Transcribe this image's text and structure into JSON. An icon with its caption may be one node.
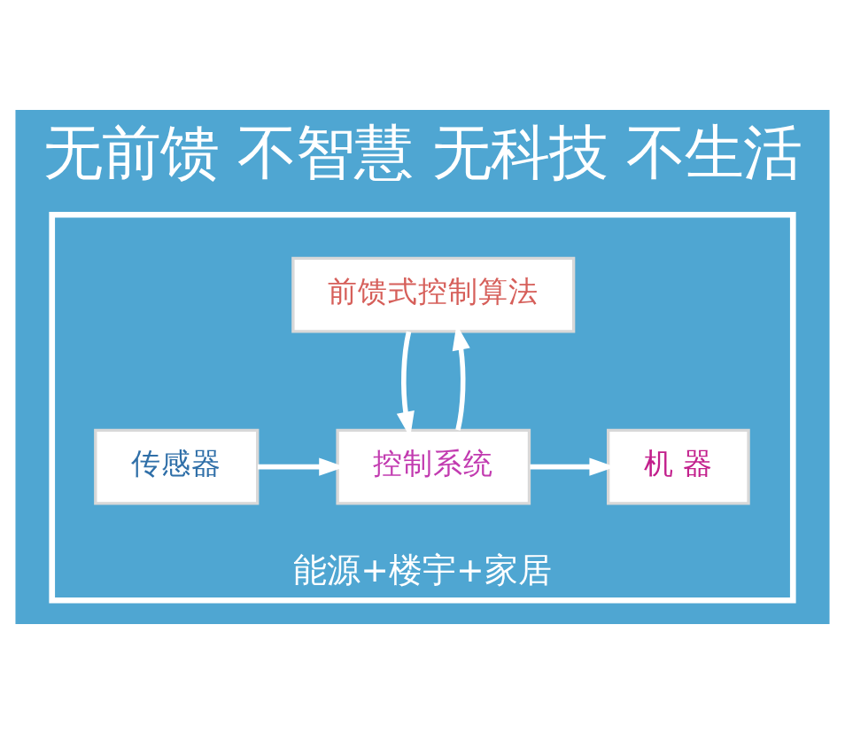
{
  "diagram": {
    "title": "无前馈 不智慧 无科技 不生活",
    "nodes": [
      {
        "text": [
          "能源+楼宇+家居"
        ]
      },
      {
        "text": [
          "前馈式控制算法"
        ],
        "in": 0
      },
      {
        "text": [
          "传感器"
        ],
        "in": 0
      },
      {
        "text": [
          "控制系统"
        ],
        "in": 0
      },
      {
        "text": [
          "机 器"
        ],
        "in": 0
      }
    ],
    "edges": [
      {
        "from": 1,
        "to": 3,
        "arrow": "to"
      },
      {
        "from": 3,
        "to": 1,
        "arrow": "to"
      },
      {
        "from": 2,
        "to": 3,
        "arrow": "to"
      },
      {
        "from": 3,
        "to": 4,
        "arrow": "to"
      }
    ]
  }
}
